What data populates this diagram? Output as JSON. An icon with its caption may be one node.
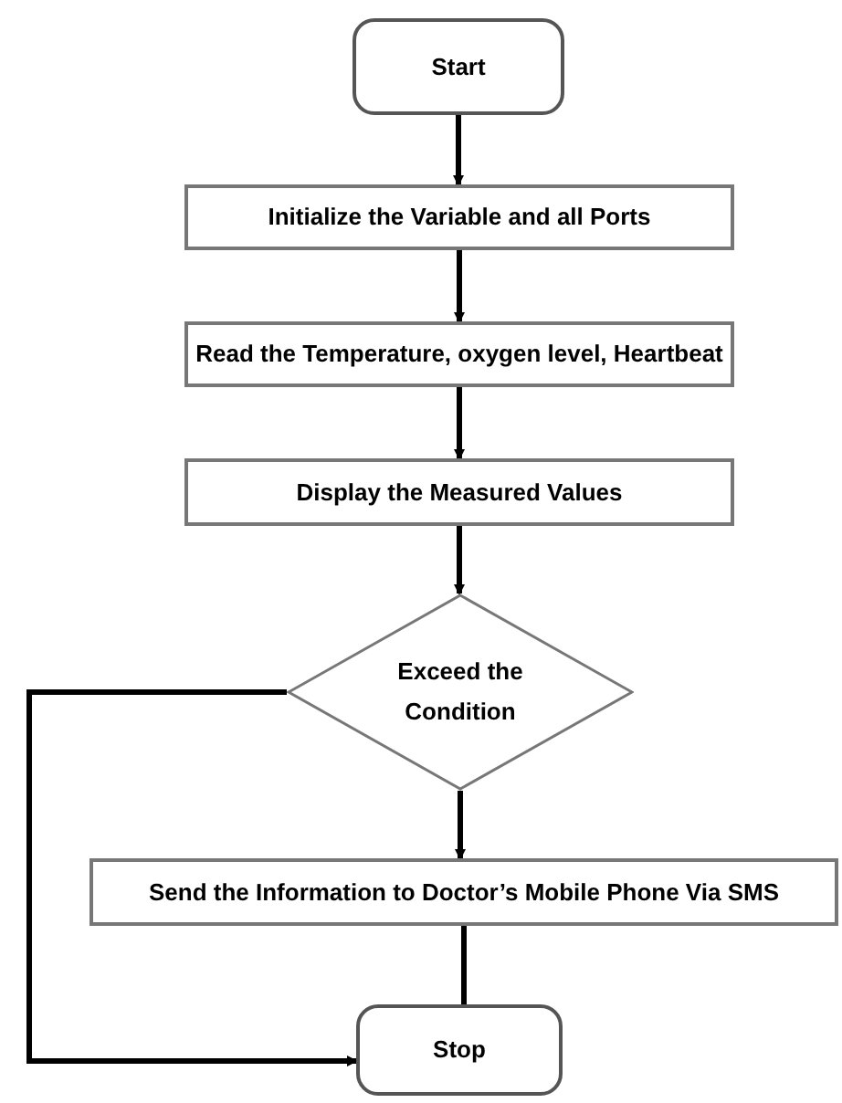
{
  "diagram": {
    "nodes": [
      {
        "text": [
          "Start"
        ]
      },
      {
        "text": [
          "Initialize the Variable and all Ports"
        ]
      },
      {
        "text": [
          "Read the Temperature, oxygen level, Heartbeat"
        ]
      },
      {
        "text": [
          "Display the Measured Values"
        ]
      },
      {
        "text": [
          "Exceed the Condition"
        ]
      },
      {
        "text": [
          "Send the Information to Doctor’s Mobile Phone Via SMS"
        ]
      },
      {
        "text": [
          "Stop"
        ]
      }
    ],
    "edges": [
      {
        "from": 0,
        "to": 1,
        "arrow": "to"
      },
      {
        "from": 1,
        "to": 2,
        "arrow": "to"
      },
      {
        "from": 2,
        "to": 3,
        "arrow": "to"
      },
      {
        "from": 3,
        "to": 4,
        "arrow": "to"
      },
      {
        "from": 4,
        "to": 5,
        "arrow": "to"
      },
      {
        "from": 5,
        "to": 6,
        "arrow": "none"
      },
      {
        "from": 4,
        "to": 6,
        "arrow": "to"
      }
    ]
  }
}
